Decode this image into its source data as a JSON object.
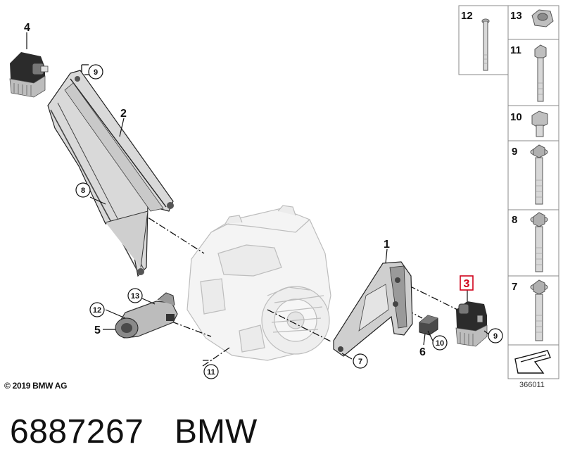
{
  "callouts": {
    "c1": "1",
    "c2": "2",
    "c3": "3",
    "c4": "4",
    "c5": "5",
    "c6": "6",
    "c7a": "7",
    "c8a": "8",
    "c9a": "9",
    "c9b": "9",
    "c10a": "10",
    "c11a": "11",
    "c12a": "12",
    "c13a": "13"
  },
  "legend": {
    "items": {
      "i12": "12",
      "i13": "13",
      "i11": "11",
      "i10": "10",
      "i9": "9",
      "i8": "8",
      "i7": "7"
    }
  },
  "highlight_color": "#d0021b",
  "footer": {
    "copyright": "© 2019 BMW AG",
    "diagram_number": "366011"
  },
  "caption": {
    "part_number": "6887267",
    "brand": "BMW"
  }
}
